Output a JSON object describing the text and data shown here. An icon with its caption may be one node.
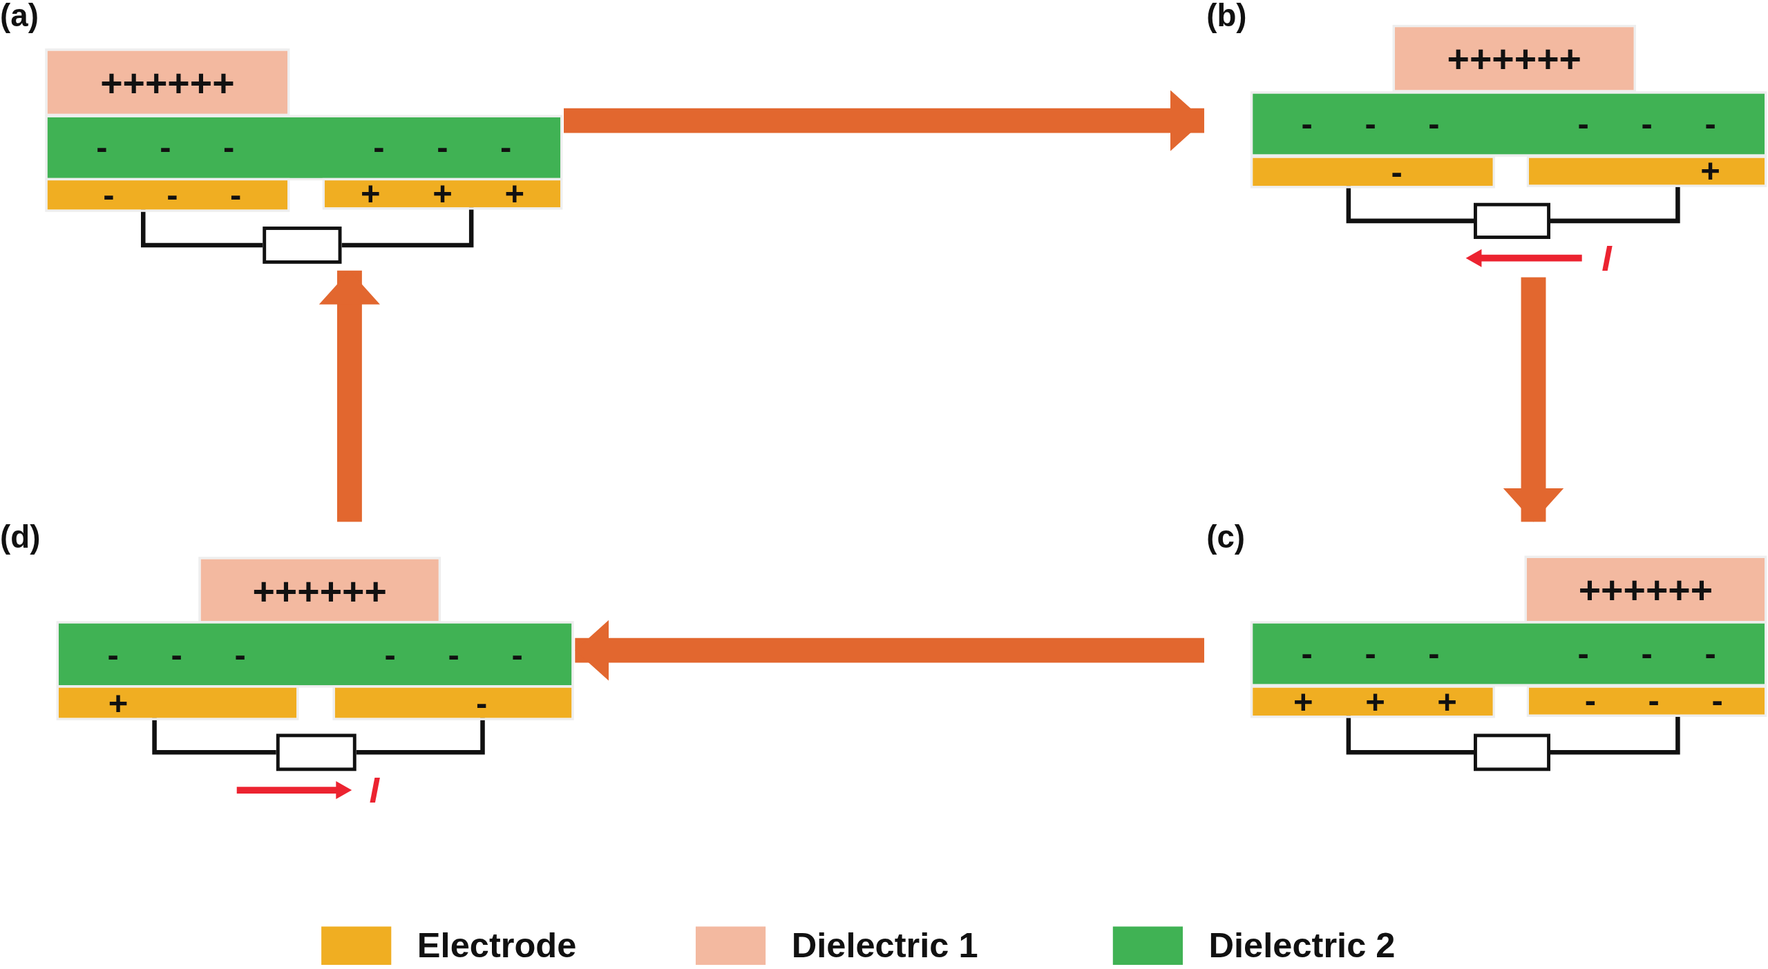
{
  "diagram": {
    "nodes": [
      {
        "text": [
          "(a)"
        ]
      },
      {
        "text": [
          "++++++"
        ],
        "in": 0
      },
      {
        "text": [
          "- - -",
          "- - -"
        ],
        "in": 0
      },
      {
        "text": [
          "- - -"
        ],
        "in": 0
      },
      {
        "text": [
          "+ + +"
        ],
        "in": 0
      },
      {
        "text": [],
        "shape": "box",
        "in": 0
      },
      {
        "text": [
          "(b)"
        ]
      },
      {
        "text": [
          "++++++"
        ],
        "in": 6
      },
      {
        "text": [
          "- - -",
          "- - -"
        ],
        "in": 6
      },
      {
        "text": [
          "-"
        ],
        "in": 6
      },
      {
        "text": [
          "+"
        ],
        "in": 6
      },
      {
        "text": [],
        "shape": "box",
        "in": 6
      },
      {
        "text": [
          "(c)"
        ]
      },
      {
        "text": [
          "++++++"
        ],
        "in": 12
      },
      {
        "text": [
          "- - -",
          "- - -"
        ],
        "in": 12
      },
      {
        "text": [
          "+ + +"
        ],
        "in": 12
      },
      {
        "text": [
          "- - -"
        ],
        "in": 12
      },
      {
        "text": [],
        "shape": "box",
        "in": 12
      },
      {
        "text": [
          "(d)"
        ]
      },
      {
        "text": [
          "++++++"
        ],
        "in": 18
      },
      {
        "text": [
          "- - -",
          "- - -"
        ],
        "in": 18
      },
      {
        "text": [
          "+"
        ],
        "in": 18
      },
      {
        "text": [
          "-"
        ],
        "in": 18
      },
      {
        "text": [],
        "shape": "box",
        "in": 18
      }
    ],
    "edges": [
      {
        "from": 3,
        "to": 5,
        "arrow": "none"
      },
      {
        "from": 5,
        "to": 4,
        "arrow": "none"
      },
      {
        "from": 9,
        "to": 11,
        "arrow": "none"
      },
      {
        "from": 11,
        "to": 10,
        "arrow": "none"
      },
      {
        "from": 15,
        "to": 17,
        "arrow": "none"
      },
      {
        "from": 17,
        "to": 16,
        "arrow": "none"
      },
      {
        "from": 21,
        "to": 23,
        "arrow": "none"
      },
      {
        "from": 23,
        "to": 22,
        "arrow": "none"
      },
      {
        "from": 0,
        "to": 6,
        "arrow": "to",
        "style": "thick",
        "color": "#e2672f"
      },
      {
        "from": 6,
        "to": 12,
        "arrow": "to",
        "style": "thick",
        "color": "#e2672f"
      },
      {
        "from": 12,
        "to": 18,
        "arrow": "to",
        "style": "thick",
        "color": "#e2672f"
      },
      {
        "from": 18,
        "to": 0,
        "arrow": "to",
        "style": "thick",
        "color": "#e2672f"
      }
    ],
    "labels": [
      "I",
      "I"
    ],
    "legend": [
      {
        "text": "Electrode",
        "color": "#f0ae22"
      },
      {
        "text": "Dielectric 1",
        "color": "#f3b9a0"
      },
      {
        "text": "Dielectric 2",
        "color": "#40b254"
      }
    ]
  }
}
